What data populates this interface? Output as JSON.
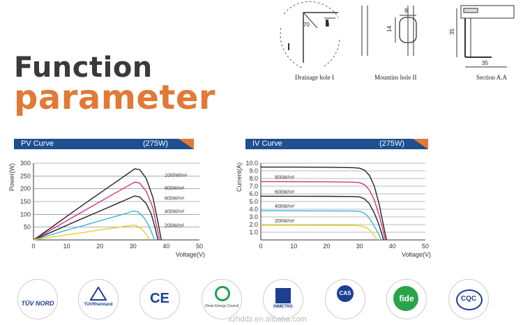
{
  "headline": {
    "line1": "Function",
    "line2": "parameter"
  },
  "drawings": {
    "drainage": {
      "label": "Drainage hole I",
      "dim1": "70",
      "dim2": "8"
    },
    "mounting": {
      "label": "Mountins hole II",
      "dim1": "9",
      "dim2": "14"
    },
    "section": {
      "label": "Section A.A",
      "dim1": "35",
      "dim2": "35"
    }
  },
  "pv_panel": {
    "name": "PV Curve",
    "power": "(275W)"
  },
  "iv_panel": {
    "name": "IV Curve",
    "power": "(275W)"
  },
  "logos": [
    {
      "name": "tuv-nord-logo",
      "text": "TÜV NORD",
      "color": "#1c3f91"
    },
    {
      "name": "tuv-rheinland-logo",
      "text": "TÜVRheinland",
      "color": "#1c3f91"
    },
    {
      "name": "ce-logo",
      "text": "CE",
      "color": "#1c3f91"
    },
    {
      "name": "clean-energy-council-logo",
      "text": "Clean Energy Council",
      "color": "#22a04b"
    },
    {
      "name": "inmetro-logo",
      "text": "INMETRO",
      "color": "#1c3f91"
    },
    {
      "name": "cas-logo",
      "text": "CAS",
      "color": "#1c3f91"
    },
    {
      "name": "fide-logo",
      "text": "fide",
      "color": "#2aa34a"
    },
    {
      "name": "cqc-logo",
      "text": "CQC",
      "color": "#1c3f91"
    }
  ],
  "footer": {
    "url": "xzhddz.en.alibaba.com"
  },
  "chart_data": [
    {
      "type": "line",
      "xlabel": "Voltage(V)",
      "ylabel": "Power(W)",
      "xlim": [
        0,
        50
      ],
      "ylim": [
        0,
        300
      ],
      "xticks": [
        0,
        10,
        20,
        30,
        40,
        50
      ],
      "yticks": [
        50,
        100,
        150,
        200,
        250,
        300
      ],
      "grid": true,
      "series": [
        {
          "name": "1000W/m²",
          "color": "#222222",
          "x": [
            0,
            5,
            10,
            15,
            20,
            25,
            28,
            30.5,
            32,
            34,
            36,
            37.5,
            38.5
          ],
          "y": [
            0,
            45,
            92,
            138,
            183,
            228,
            255,
            278,
            275,
            240,
            165,
            70,
            0
          ]
        },
        {
          "name": "800W/m²",
          "color": "#d63384",
          "x": [
            0,
            5,
            10,
            15,
            20,
            25,
            28,
            30.5,
            32,
            34,
            36,
            37,
            38
          ],
          "y": [
            0,
            37,
            75,
            112,
            149,
            186,
            208,
            226,
            222,
            190,
            125,
            60,
            0
          ]
        },
        {
          "name": "600W/m²",
          "color": "#222222",
          "x": [
            0,
            5,
            10,
            15,
            20,
            25,
            28,
            30.5,
            32,
            34,
            35.5,
            36.5,
            37.5
          ],
          "y": [
            0,
            28,
            57,
            85,
            113,
            141,
            158,
            172,
            168,
            142,
            100,
            55,
            0
          ]
        },
        {
          "name": "400W/m²",
          "color": "#35b5e5",
          "x": [
            0,
            5,
            10,
            15,
            20,
            25,
            28,
            30,
            31.5,
            33,
            34.5,
            35.5,
            36.5
          ],
          "y": [
            0,
            19,
            38,
            56,
            75,
            93,
            104,
            113,
            110,
            92,
            62,
            32,
            0
          ]
        },
        {
          "name": "200W/m²",
          "color": "#e8d020",
          "x": [
            0,
            5,
            10,
            15,
            20,
            25,
            28,
            30,
            31,
            32.5,
            34,
            35
          ],
          "y": [
            0,
            10,
            20,
            29,
            39,
            48,
            54,
            58,
            56,
            44,
            22,
            0
          ]
        }
      ]
    },
    {
      "type": "line",
      "xlabel": "Voltage(V)",
      "ylabel": "Current(A)",
      "xlim": [
        0,
        50
      ],
      "ylim": [
        0,
        10
      ],
      "xticks": [
        0,
        10,
        20,
        30,
        40,
        50
      ],
      "yticks": [
        1.0,
        2.0,
        3.0,
        4.0,
        5.0,
        6.0,
        7.0,
        8.0,
        9.0,
        10.0
      ],
      "grid": true,
      "series": [
        {
          "name": "",
          "color": "#222222",
          "x": [
            0,
            10,
            20,
            28,
            30,
            31.5,
            33,
            34.5,
            36,
            37.2,
            38.2
          ],
          "y": [
            9.5,
            9.49,
            9.47,
            9.42,
            9.35,
            9.1,
            8.4,
            7.0,
            4.6,
            2.0,
            0
          ]
        },
        {
          "name": "800W/m²",
          "color": "#d63384",
          "x": [
            0,
            10,
            20,
            28,
            30,
            31.5,
            33,
            34.5,
            36,
            37,
            37.8
          ],
          "y": [
            7.6,
            7.59,
            7.57,
            7.53,
            7.47,
            7.2,
            6.5,
            5.2,
            3.2,
            1.5,
            0
          ]
        },
        {
          "name": "600W/m²",
          "color": "#222222",
          "x": [
            0,
            10,
            20,
            28,
            30,
            31.5,
            33,
            34.5,
            35.7,
            36.6,
            37.3
          ],
          "y": [
            5.7,
            5.69,
            5.68,
            5.65,
            5.6,
            5.35,
            4.7,
            3.5,
            2.2,
            1.0,
            0
          ]
        },
        {
          "name": "400W/m²",
          "color": "#35b5e5",
          "x": [
            0,
            10,
            20,
            28,
            30,
            31.2,
            32.5,
            33.8,
            35,
            36,
            36.6
          ],
          "y": [
            3.8,
            3.79,
            3.78,
            3.76,
            3.72,
            3.55,
            3.1,
            2.3,
            1.4,
            0.6,
            0
          ]
        },
        {
          "name": "200W/m²",
          "color": "#e8d020",
          "x": [
            0,
            10,
            20,
            28,
            30,
            31.2,
            32.5,
            33.6,
            34.6,
            35.4
          ],
          "y": [
            1.9,
            1.9,
            1.89,
            1.88,
            1.85,
            1.75,
            1.5,
            1.05,
            0.5,
            0
          ]
        }
      ]
    }
  ]
}
